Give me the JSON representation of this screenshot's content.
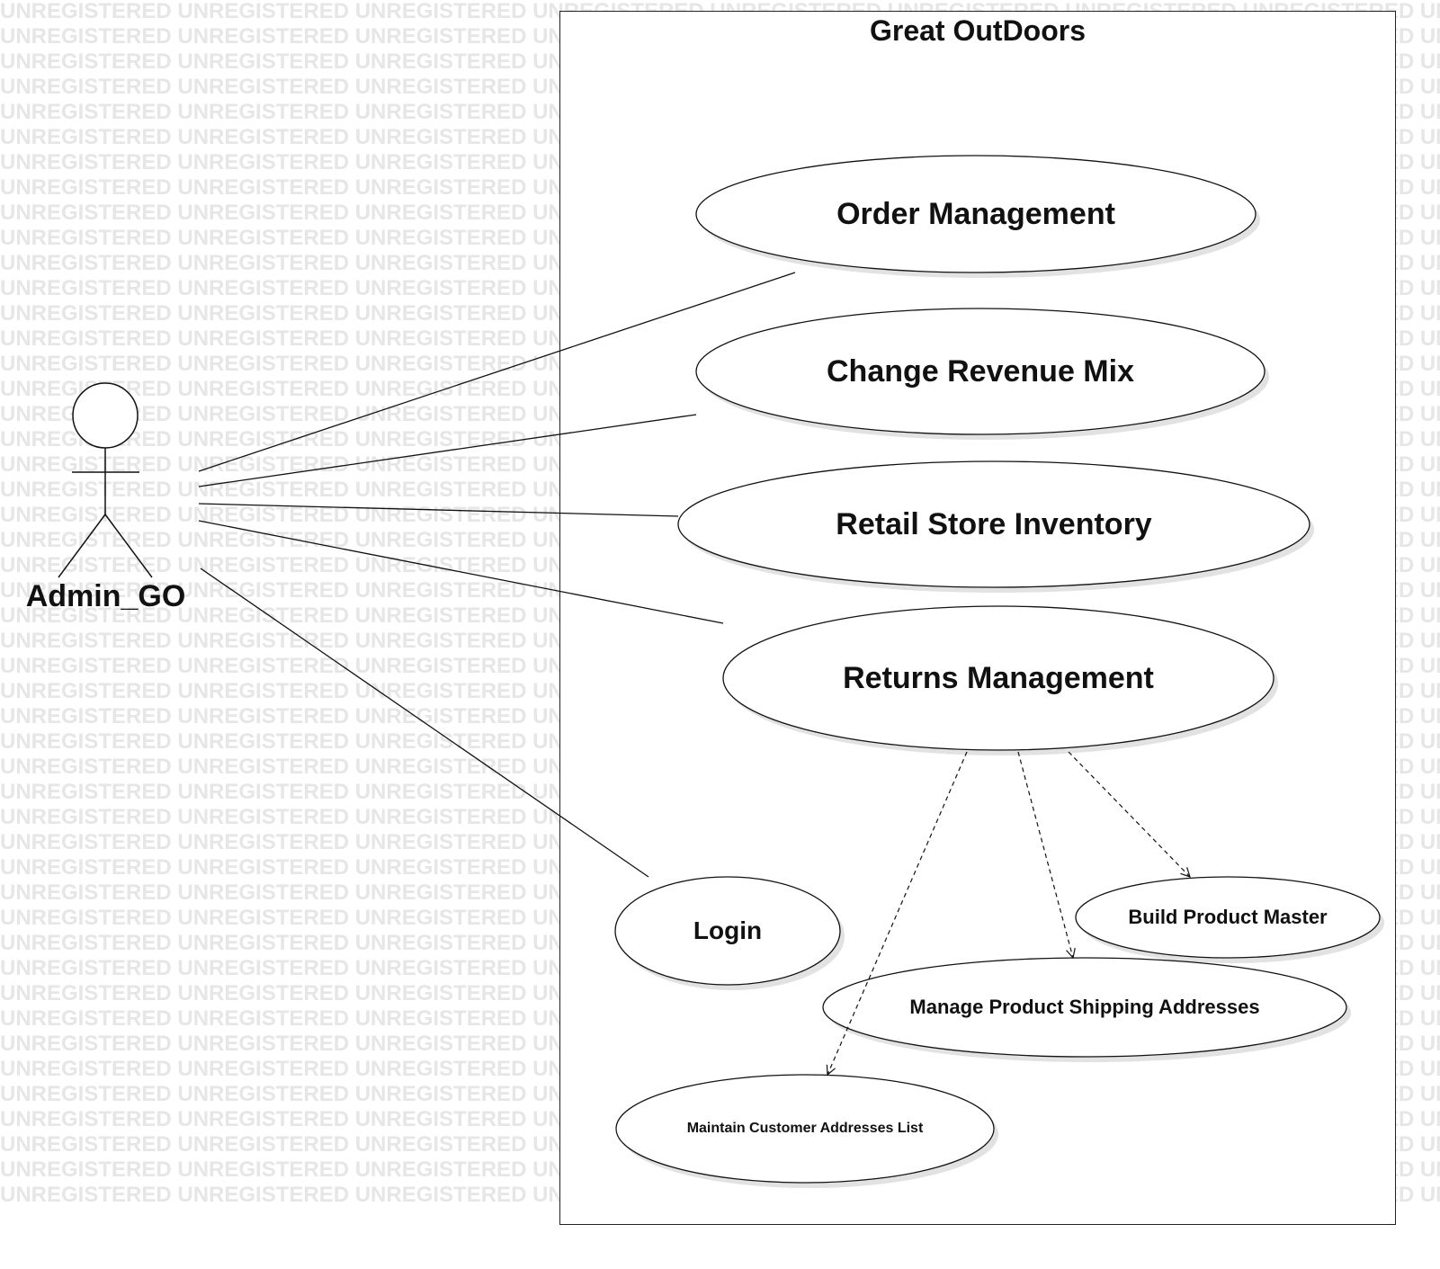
{
  "diagram": {
    "watermark_text": "UNREGISTERED",
    "system": {
      "title": "Great OutDoors"
    },
    "actor": {
      "name": "Admin_GO"
    },
    "use_cases": {
      "order_management": "Order Management",
      "change_revenue_mix": "Change Revenue Mix",
      "retail_store_inventory": "Retail Store Inventory",
      "returns_management": "Returns Management",
      "login": "Login",
      "build_product_master": "Build Product Master",
      "manage_product_shipping_addresses": "Manage Product Shipping Addresses",
      "maintain_customer_addresses_list": "Maintain Customer Addresses List"
    },
    "colors": {
      "line": "#111111",
      "watermark": "#e6e6e6",
      "shadow": "#e2e2e2"
    }
  }
}
